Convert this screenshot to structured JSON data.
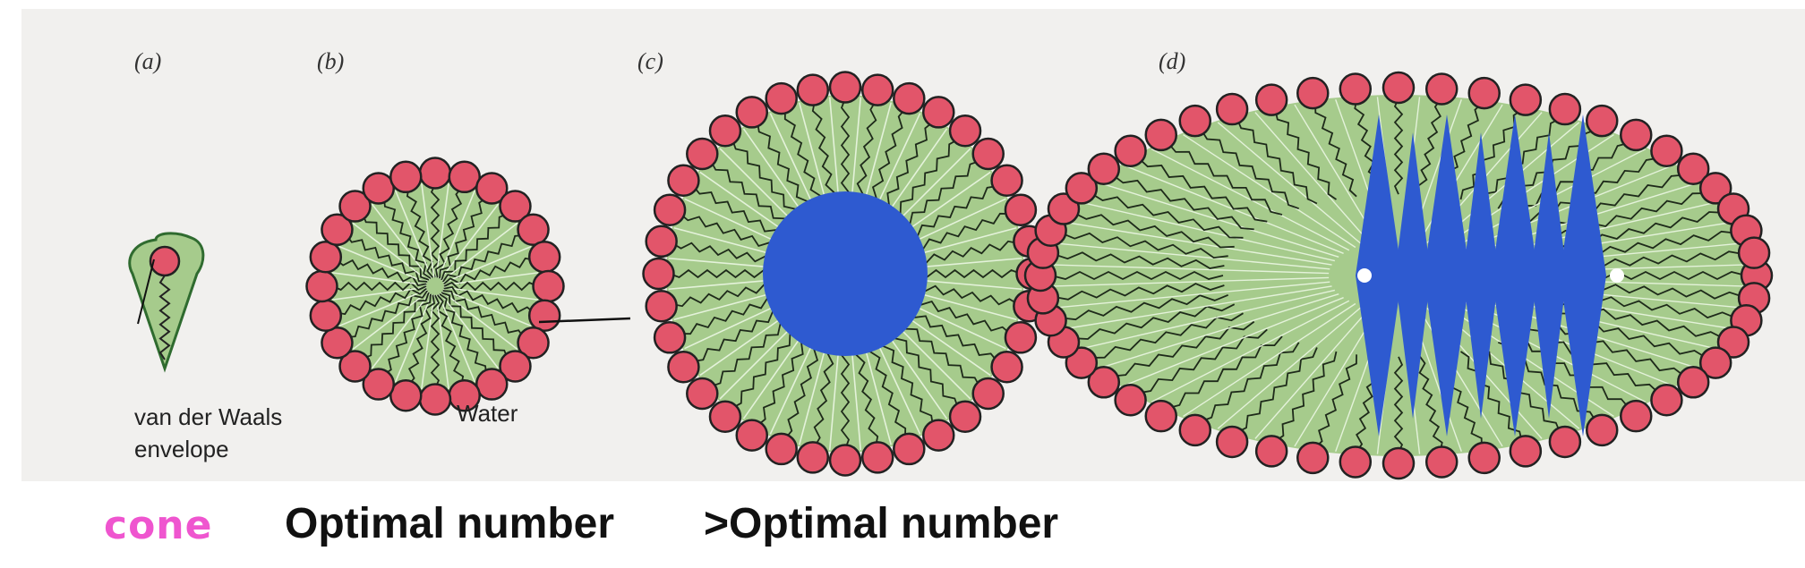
{
  "panels": [
    {
      "id": "a",
      "label": "(a)"
    },
    {
      "id": "b",
      "label": "(b)"
    },
    {
      "id": "c",
      "label": "(c)"
    },
    {
      "id": "d",
      "label": "(d)"
    }
  ],
  "callouts": {
    "envelope_line1": "van der Waals",
    "envelope_line2": "envelope",
    "water": "Water"
  },
  "captions": {
    "cone": "cone",
    "optimal": "Optimal number",
    "greater_optimal": ">Optimal number"
  },
  "colors": {
    "panel_bg": "#f1f0ee",
    "head": "#e2556a",
    "tail_region": "#a6cb8c",
    "water": "#2e5ad0",
    "cone_text": "#ef55cf"
  }
}
